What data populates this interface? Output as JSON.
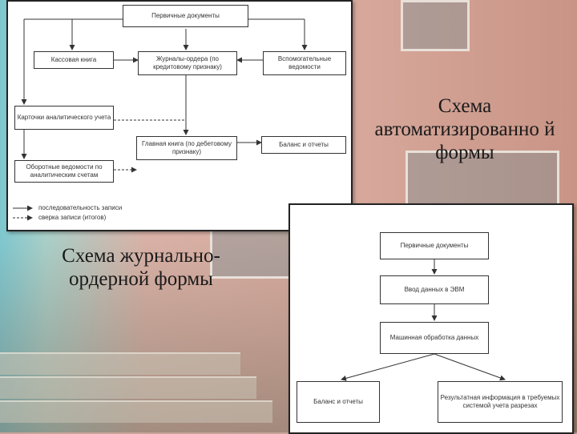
{
  "captions": {
    "automated": "Схема автоматизированно й формы",
    "journal": "Схема журнально-ордерной формы"
  },
  "journal_scheme": {
    "primary_docs": "Первичные документы",
    "cash_book": "Кассовая книга",
    "journal_orders": "Журналы-ордера (по кредитовому признаку)",
    "aux_statements": "Вспомогательные ведомости",
    "analytic_cards": "Карточки аналитического учета",
    "general_ledger": "Главная книга (по дебетовому признаку)",
    "balance_reports": "Баланс и отчеты",
    "turnover_sheets": "Оборотные ведомости по аналитическим счетам",
    "legend_sequence": "последовательность записи",
    "legend_check": "сверка записи (итогов)"
  },
  "auto_scheme": {
    "primary_docs": "Первичные документы",
    "data_entry": "Ввод данных в ЭВМ",
    "machine_processing": "Машинная обработка данных",
    "balance_reports": "Баланс и отчеты",
    "results": "Результатная информация в требуемых системой учета разрезах"
  },
  "colors": {
    "arrow": "#333333",
    "caption": "#1a1a1a"
  }
}
